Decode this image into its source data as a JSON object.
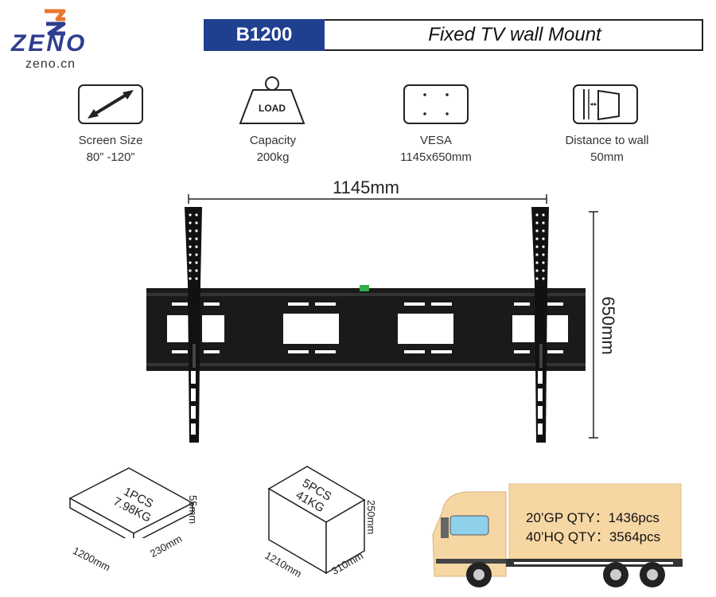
{
  "brand": {
    "name": "ZENO",
    "url": "zeno.cn"
  },
  "header": {
    "model": "B1200",
    "title": "Fixed TV wall Mount"
  },
  "specs": [
    {
      "icon": "double-arrow-icon",
      "label": "Screen Size",
      "value": "80”  -120”"
    },
    {
      "icon": "weight-icon",
      "icon_text": "LOAD",
      "label": "Capacity",
      "value": "200kg"
    },
    {
      "icon": "vesa-pattern-icon",
      "label": "VESA",
      "value": "1145x650mm"
    },
    {
      "icon": "wall-distance-icon",
      "label": "Distance to wall",
      "value": "50mm"
    }
  ],
  "product_dimensions": {
    "width": "1145mm",
    "height": "650mm"
  },
  "packages": [
    {
      "line1": "1PCS",
      "line2": "7.98KG",
      "length": "1200mm",
      "width": "230mm",
      "height": "55mm"
    },
    {
      "line1": "5PCS",
      "line2": "41KG",
      "length": "1210mm",
      "width": "310mm",
      "height": "250mm"
    }
  ],
  "shipping": [
    {
      "label": "20’GP QTY：1436pcs"
    },
    {
      "label": "40’HQ QTY：3564pcs"
    }
  ],
  "colors": {
    "brand_blue": "#1f3f8f",
    "logo_orange": "#e8772e",
    "truck_cream": "#f6d7a4",
    "mount_black": "#1a1a1a"
  }
}
